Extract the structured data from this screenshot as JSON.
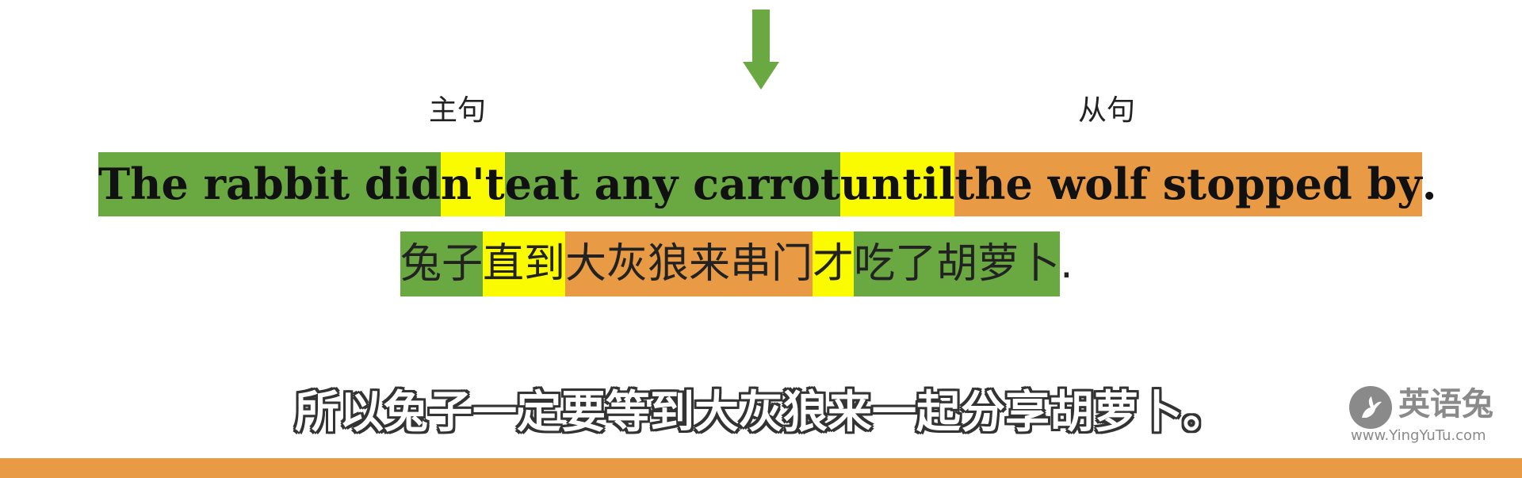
{
  "labels": {
    "main_clause": "主句",
    "sub_clause": "从句"
  },
  "english_sentence": [
    {
      "text": "The rabbit did",
      "color": "green"
    },
    {
      "text": "n't",
      "color": "yellow"
    },
    {
      "text": " eat any carrot ",
      "color": "green"
    },
    {
      "text": "until ",
      "color": "yellow"
    },
    {
      "text": "the wolf stopped by",
      "color": "orange"
    },
    {
      "text": ".",
      "color": "plain"
    }
  ],
  "chinese_sentence": [
    {
      "text": "兔子",
      "color": "green"
    },
    {
      "text": "直到",
      "color": "yellow"
    },
    {
      "text": "大灰狼来串门",
      "color": "orange"
    },
    {
      "text": "才",
      "color": "yellow"
    },
    {
      "text": "吃了胡萝卜",
      "color": "green"
    },
    {
      "text": ".",
      "color": "plain"
    }
  ],
  "caption": "所以兔子一定要等到大灰狼来一起分享胡萝卜。",
  "logo": {
    "name": "英语兔",
    "url": "www.YingYuTu.com",
    "icon": "rabbit-icon"
  },
  "colors": {
    "green": "#6aa842",
    "yellow": "#fbfb00",
    "orange": "#e89a44",
    "arrow": "#6aa842",
    "bottom_bar": "#e89a44"
  }
}
